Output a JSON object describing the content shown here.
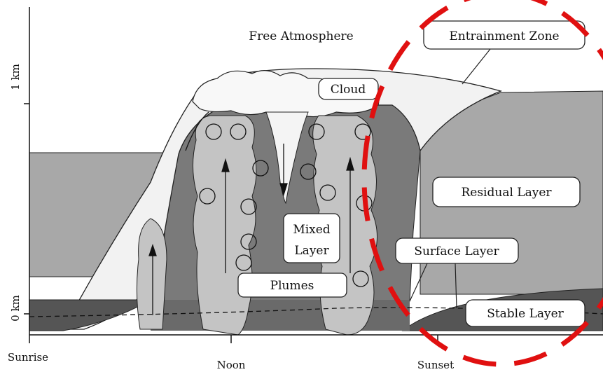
{
  "diagram": {
    "y_axis": {
      "top_label": "1 km",
      "bottom_label": "0 km"
    },
    "time_axis": {
      "sunrise": "Sunrise",
      "noon": "Noon",
      "sunset": "Sunset"
    },
    "labels": {
      "free_atmosphere": "Free Atmosphere",
      "entrainment_zone": "Entrainment Zone",
      "cloud": "Cloud",
      "residual_layer": "Residual Layer",
      "mixed_layer_line1": "Mixed",
      "mixed_layer_line2": "Layer",
      "surface_layer": "Surface Layer",
      "plumes": "Plumes",
      "stable_layer": "Stable Layer"
    },
    "colors": {
      "residual_fill": "#a8a8a8",
      "mixed_dark_fill": "#7a7a7a",
      "plume_fill": "#c4c4c4",
      "cloud_fill": "#f4f4f4",
      "stable_fill": "#555555",
      "highlight_circle": "#e01010"
    }
  }
}
